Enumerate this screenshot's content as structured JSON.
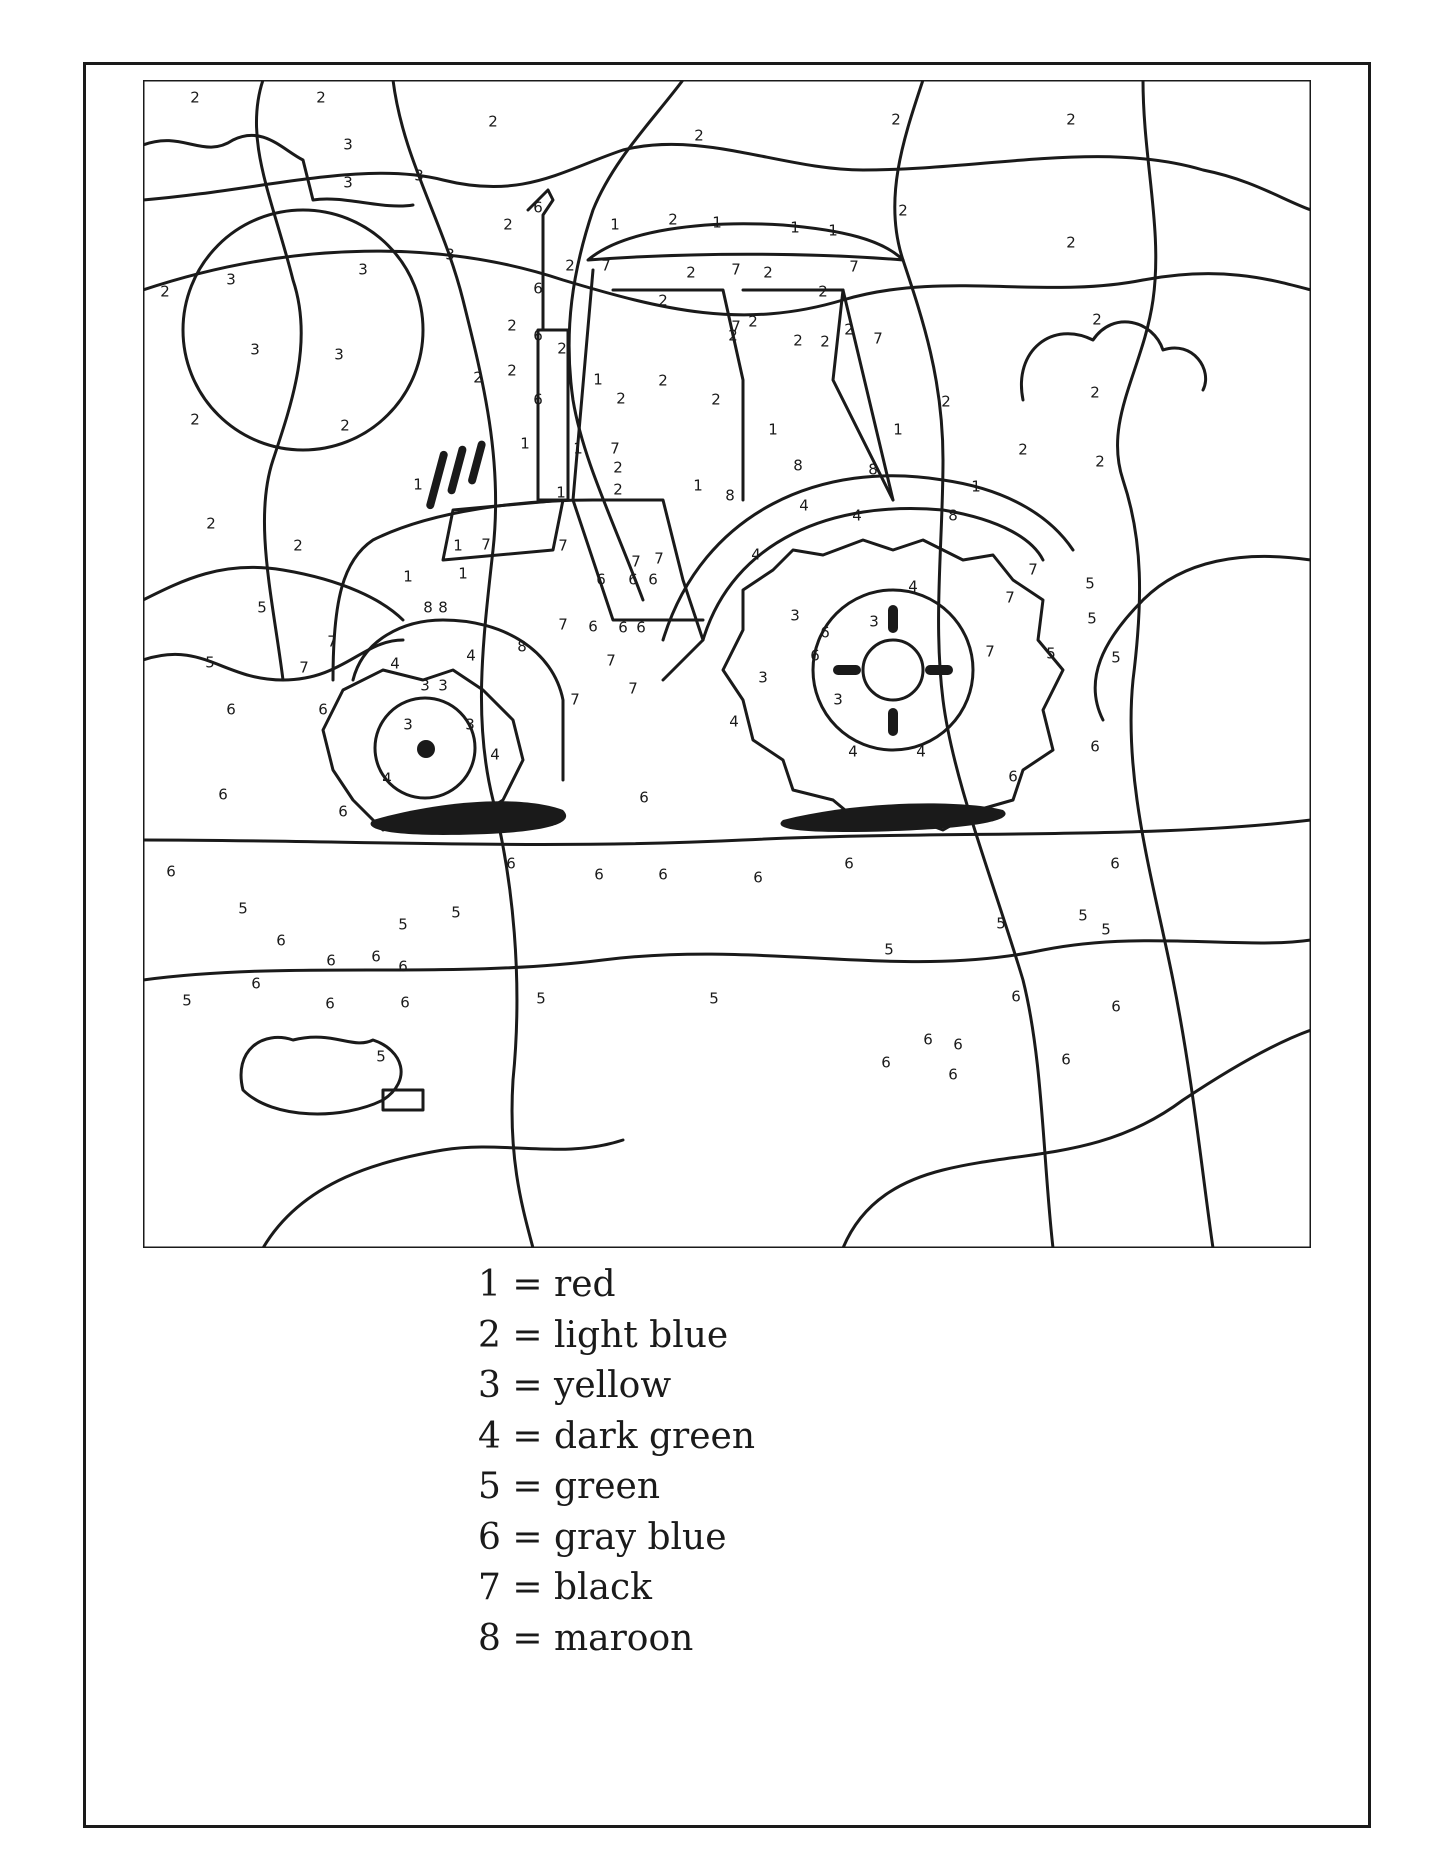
{
  "legend": {
    "items": [
      {
        "number": "1",
        "eq": "=",
        "color": "red"
      },
      {
        "number": "2",
        "eq": "=",
        "color": "light blue"
      },
      {
        "number": "3",
        "eq": "=",
        "color": "yellow"
      },
      {
        "number": "4",
        "eq": "=",
        "color": "dark green"
      },
      {
        "number": "5",
        "eq": "=",
        "color": "green"
      },
      {
        "number": "6",
        "eq": "=",
        "color": "gray blue"
      },
      {
        "number": "7",
        "eq": "=",
        "color": "black"
      },
      {
        "number": "8",
        "eq": "=",
        "color": "maroon"
      }
    ]
  },
  "picture": {
    "subject_icon": "tractor-icon",
    "line_color": "#1a1a1a",
    "region_numbers": [
      {
        "n": "2",
        "x": "",
        "y": ""
      }
    ]
  }
}
